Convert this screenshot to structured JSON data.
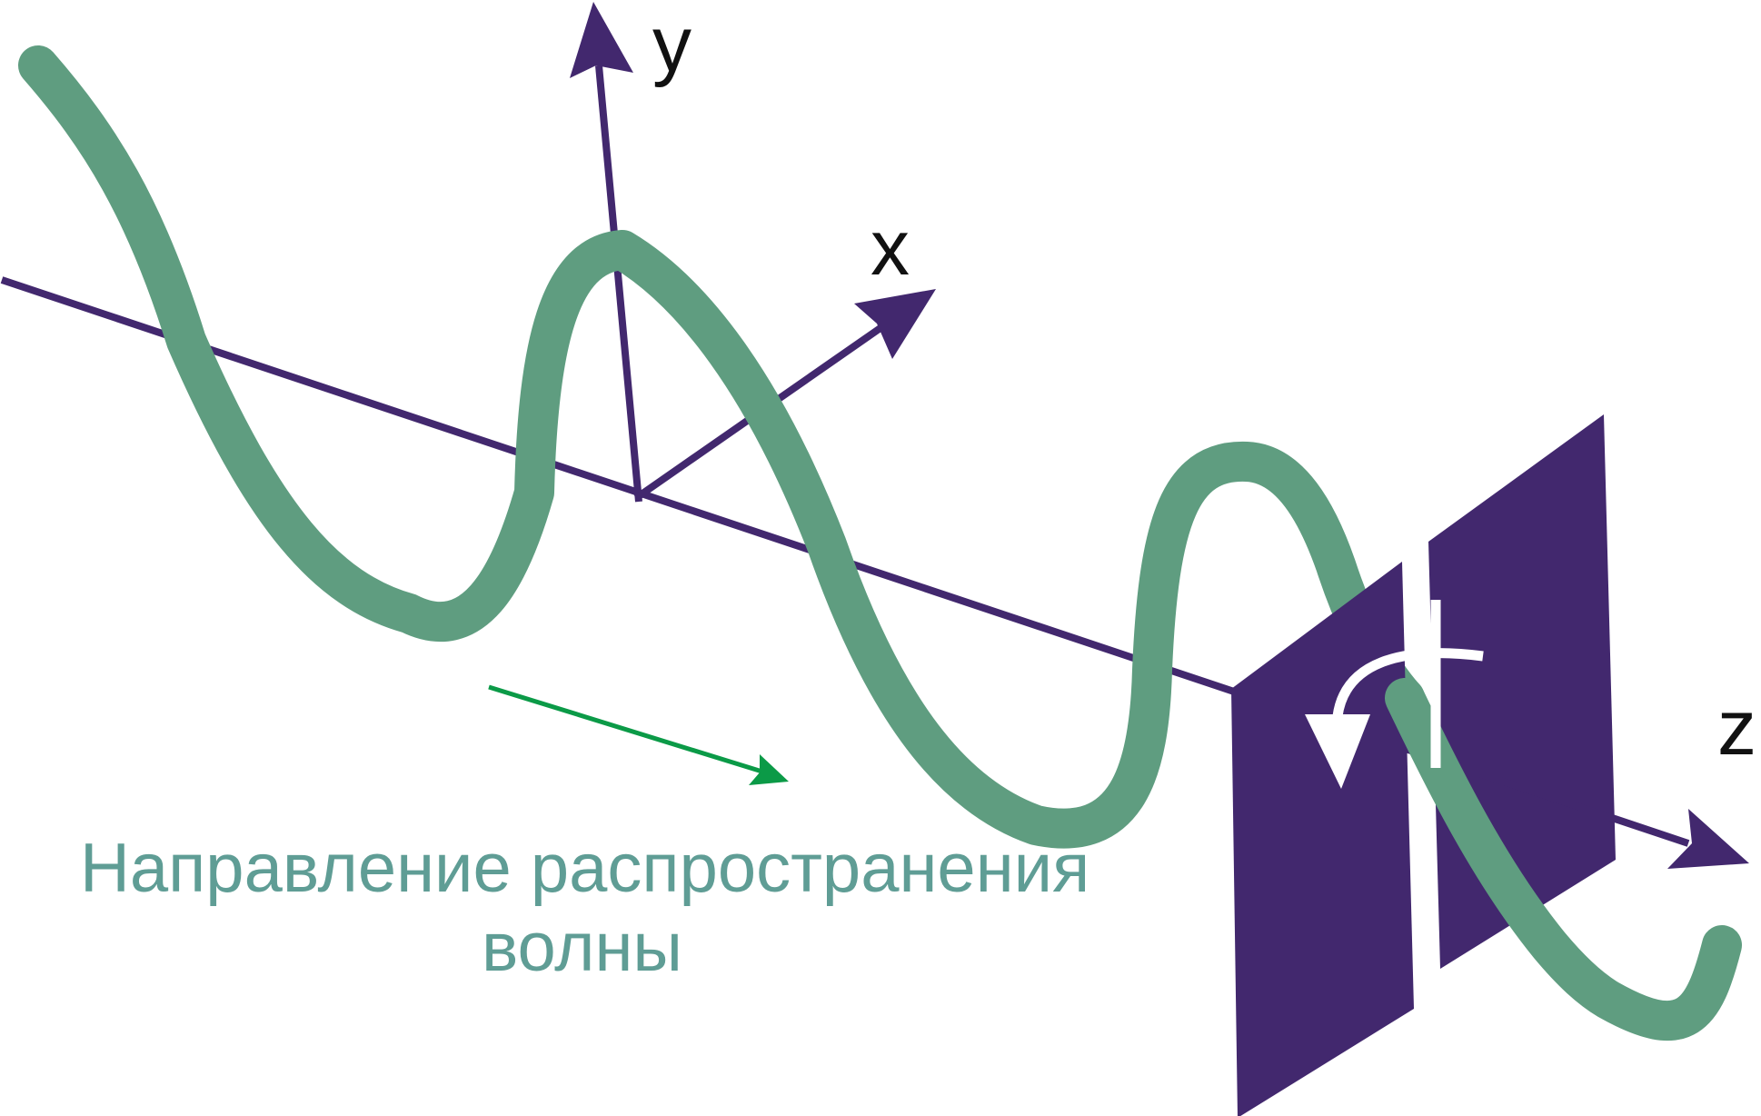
{
  "axes": {
    "y_label": "y",
    "x_label": "x",
    "z_label": "z"
  },
  "caption": {
    "line1": "Направление распространения",
    "line2": "волны"
  },
  "colors": {
    "axis": "#42286e",
    "wave": "#5f9d80",
    "direction_arrow": "#0b9a47",
    "plate": "#42286e",
    "rotation_arrow": "#ffffff",
    "text": "#5f9d95",
    "axis_letters": "#111111"
  },
  "icons": {
    "direction": "arrow-right-down",
    "rotation": "curved-arrow"
  }
}
